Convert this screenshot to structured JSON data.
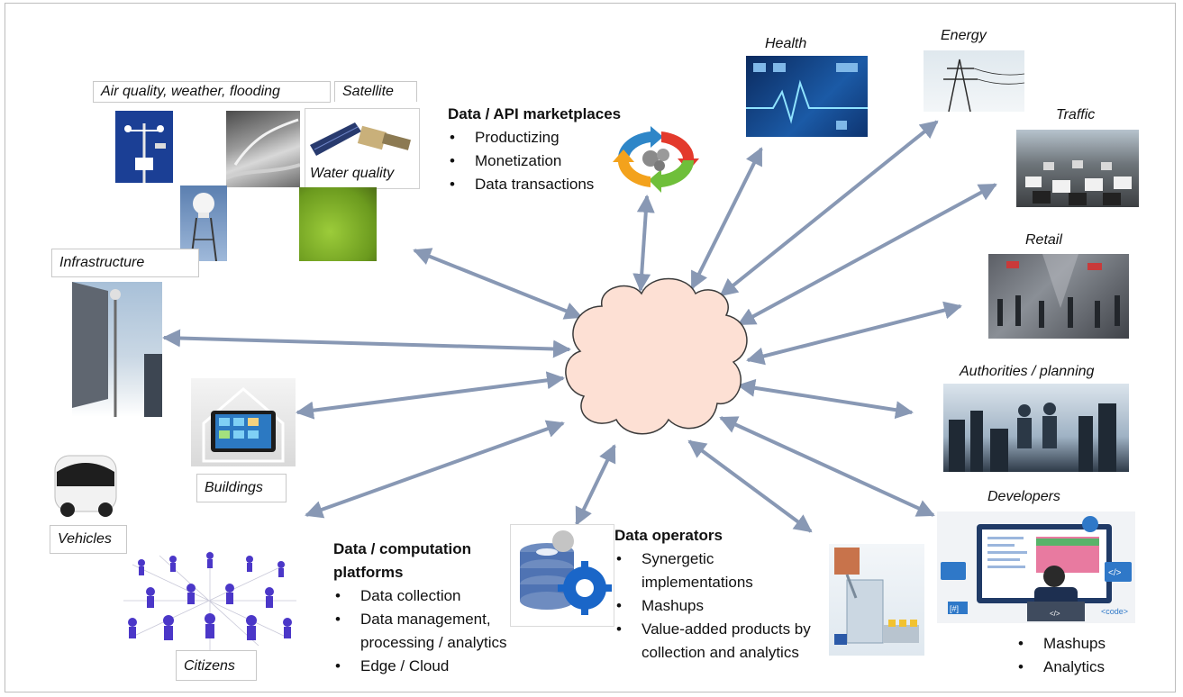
{
  "labels": {
    "air_quality": "Air quality, weather, flooding",
    "satellite": "Satellite",
    "water_quality": "Water quality",
    "infrastructure": "Infrastructure",
    "buildings": "Buildings",
    "vehicles": "Vehicles",
    "citizens": "Citizens",
    "health": "Health",
    "energy": "Energy",
    "traffic": "Traffic",
    "retail": "Retail",
    "authorities": "Authorities / planning",
    "developers": "Developers"
  },
  "marketplaces": {
    "title": "Data / API marketplaces",
    "items": [
      "Productizing",
      "Monetization",
      "Data transactions"
    ]
  },
  "platforms": {
    "title_line1": "Data / computation",
    "title_line2": "platforms",
    "items": [
      "Data collection",
      "Data management, processing / analytics",
      "Edge / Cloud"
    ]
  },
  "operators": {
    "title": "Data operators",
    "items": [
      "Synergetic implementations",
      "Mashups",
      "Value-added products by collection and analytics"
    ]
  },
  "developers_list": {
    "items": [
      "Mashups",
      "Analytics"
    ]
  },
  "icons": {
    "monitor_code": "</>",
    "code_tag": "<code>",
    "hash": "[#]"
  },
  "colors": {
    "arrow": "#8898b4",
    "cloud_fill": "#fde0d4",
    "cloud_stroke": "#3b3b3b"
  }
}
